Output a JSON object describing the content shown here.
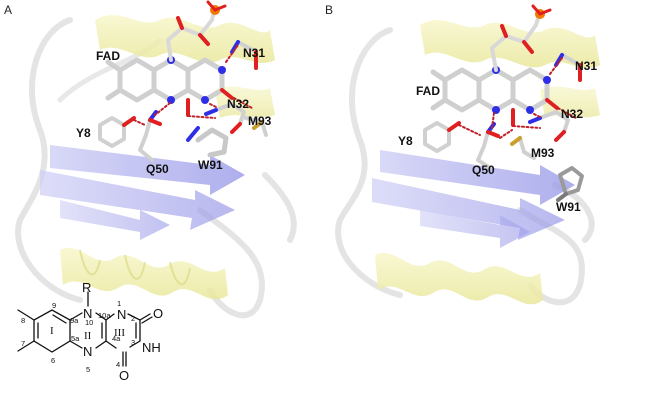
{
  "panels": {
    "a": {
      "label": "A",
      "residues": {
        "fad": "FAD",
        "n31": "N31",
        "n32": "N32",
        "m93": "M93",
        "y8": "Y8",
        "q50": "Q50",
        "w91": "W91"
      }
    },
    "b": {
      "label": "B",
      "residues": {
        "fad": "FAD",
        "n31": "N31",
        "n32": "N32",
        "m93": "M93",
        "y8": "Y8",
        "q50": "Q50",
        "w91": "W91"
      }
    }
  },
  "structure": {
    "atoms": {
      "r": "R",
      "n10": "N",
      "n1": "N",
      "n5": "N",
      "nh": "NH",
      "o2": "O",
      "o4": "O"
    },
    "numbers": {
      "n1": "1",
      "c2": "2",
      "n3": "3",
      "c4": "4",
      "c4a": "4a",
      "n5": "5",
      "c5a": "5a",
      "c6": "6",
      "c7": "7",
      "c8": "8",
      "c9": "9",
      "c9a": "9a",
      "n10": "10",
      "c10a": "10a"
    },
    "rings": {
      "r1": "I",
      "r2": "II",
      "r3": "III"
    }
  },
  "colors": {
    "beta_sheet": "#8f8fe8",
    "helix": "#f2f0a0",
    "loop": "#dcdcdc",
    "carbon": "#d0d0d0",
    "nitrogen": "#2e2ee6",
    "oxygen": "#e02020",
    "phosphorus": "#f07b00",
    "sulfur": "#c8a030",
    "hbond": "#c0202a"
  }
}
